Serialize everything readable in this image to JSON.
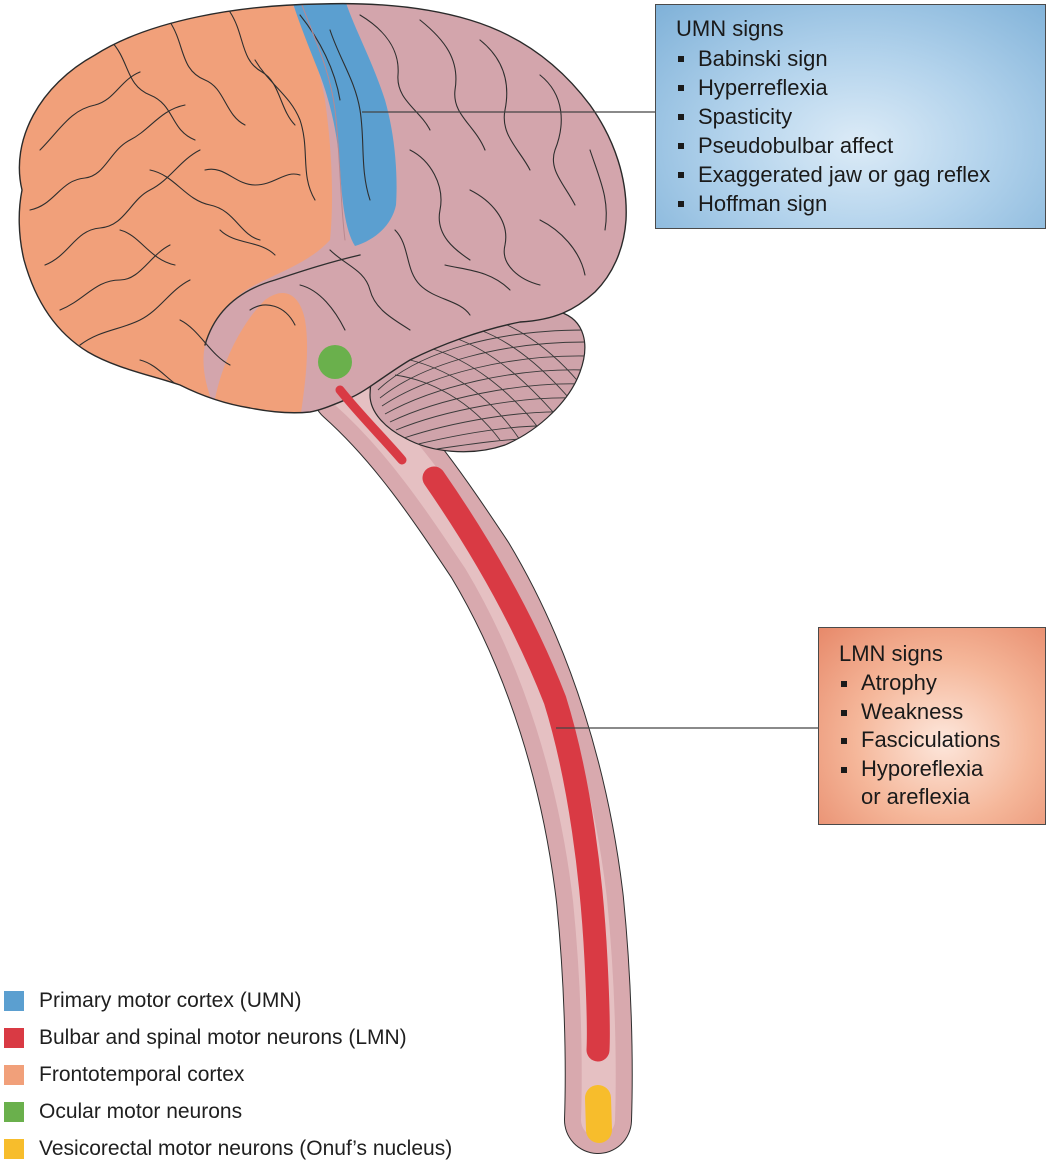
{
  "umn_box": {
    "title": "UMN signs",
    "items": [
      "Babinski sign",
      "Hyperreflexia",
      "Spasticity",
      "Pseudobulbar affect",
      "Exaggerated jaw or gag reflex",
      "Hoffman sign"
    ]
  },
  "lmn_box": {
    "title": "LMN signs",
    "items": [
      "Atrophy",
      "Weakness",
      "Fasciculations",
      "Hyporeflexia",
      "or areflexia"
    ]
  },
  "legend": [
    {
      "label": "Primary motor cortex (UMN)",
      "color": "#5b9fd0"
    },
    {
      "label": "Bulbar and spinal motor neurons (LMN)",
      "color": "#d93a44"
    },
    {
      "label": "Frontotemporal cortex",
      "color": "#f1a07a"
    },
    {
      "label": "Ocular motor neurons",
      "color": "#6ab04c"
    },
    {
      "label": "Vesicorectal motor neurons (Onuf’s nucleus)",
      "color": "#f7bd2c"
    }
  ],
  "colors": {
    "brain": "#d3a5ac",
    "brain_outline": "#2a2a2a",
    "spinal_cord": "#d8a9ae",
    "spinal_cord_core": "#e8c5c7",
    "leader_line": "#444444",
    "umn_box_bg": "#a9cde9",
    "lmn_box_bg": "#ee9f82"
  }
}
